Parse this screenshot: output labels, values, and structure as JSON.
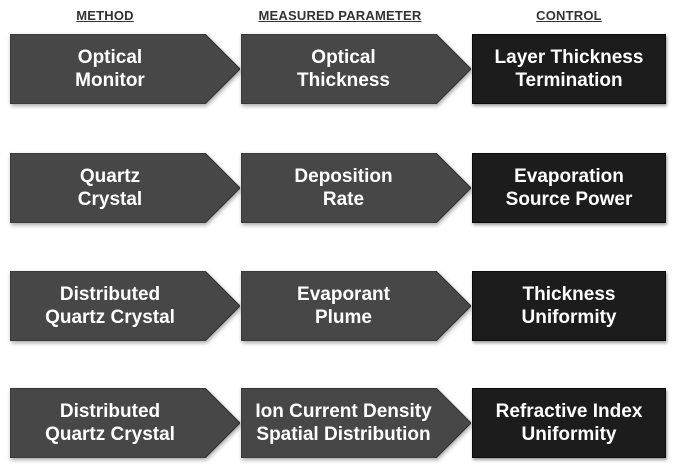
{
  "headers": {
    "method": "METHOD",
    "measured_parameter": "MEASURED PARAMETER",
    "control": "CONTROL"
  },
  "rows": [
    {
      "method": "Optical\nMonitor",
      "parameter": "Optical\nThickness",
      "control": "Layer Thickness\nTermination"
    },
    {
      "method": "Quartz\nCrystal",
      "parameter": "Deposition\nRate",
      "control": "Evaporation\nSource Power"
    },
    {
      "method": "Distributed\nQuartz Crystal",
      "parameter": "Evaporant\nPlume",
      "control": "Thickness\nUniformity"
    },
    {
      "method": "Distributed\nQuartz Crystal",
      "parameter": "Ion Current Density\nSpatial Distribution",
      "control": "Refractive Index\nUniformity"
    }
  ],
  "colors": {
    "arrow_fill": "#474747",
    "arrow_stroke": "#2e2e2e",
    "control_fill": "#1c1c1c",
    "text": "#ffffff",
    "header_text": "#333333"
  }
}
